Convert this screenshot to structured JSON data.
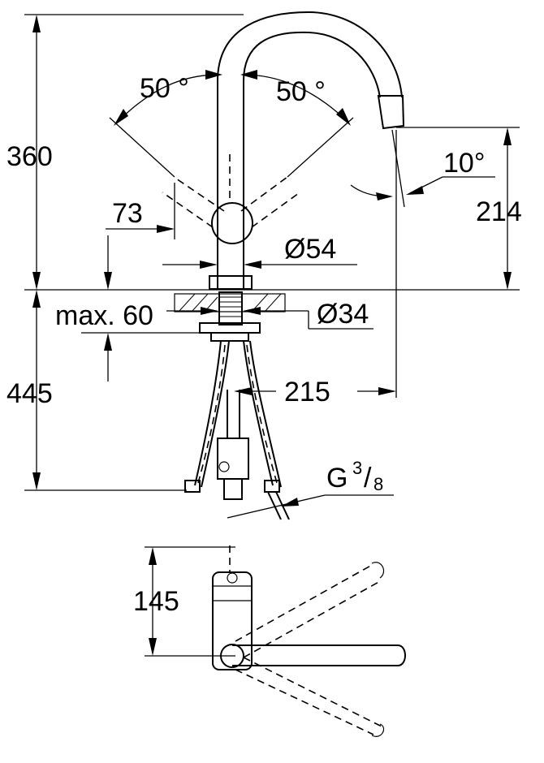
{
  "labels": {
    "height_overall": "360",
    "angle_left": "50 °",
    "angle_right": "50 °",
    "angle_spout": "10°",
    "spout_height": "214",
    "offset_73": "73",
    "body_diameter": "Ø54",
    "max_thickness": "max. 60",
    "hole_diameter": "Ø34",
    "below_length": "445",
    "reach": "215",
    "thread_g": "G",
    "thread_num": "3",
    "thread_sep": "/",
    "thread_den": "8",
    "top_offset": "145"
  },
  "colors": {
    "line": "#000000",
    "background": "#ffffff"
  }
}
